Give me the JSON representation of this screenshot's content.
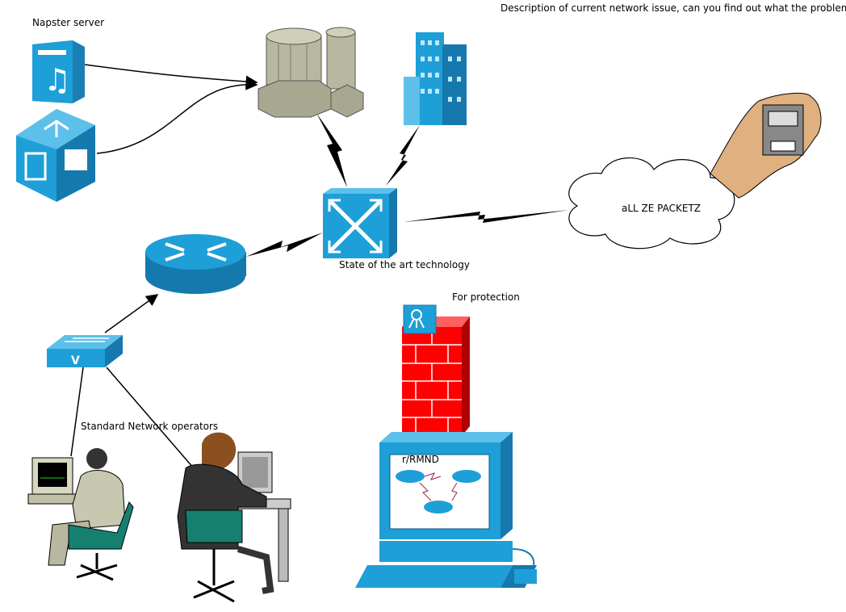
{
  "title": "Description of current network issue, can you find out what the problem is?",
  "labels": {
    "napster": "Napster server",
    "switch": "State of the art technology",
    "cloud": "aLL ZE PACKETZ",
    "firewall": "For protection",
    "operators": "Standard Network operators",
    "screen": "r/RMND"
  },
  "colors": {
    "device_blue": "#1e9fd8",
    "firewall_red": "#ff0000",
    "mainframe_grey": "#a8a890",
    "link": "#000000"
  }
}
